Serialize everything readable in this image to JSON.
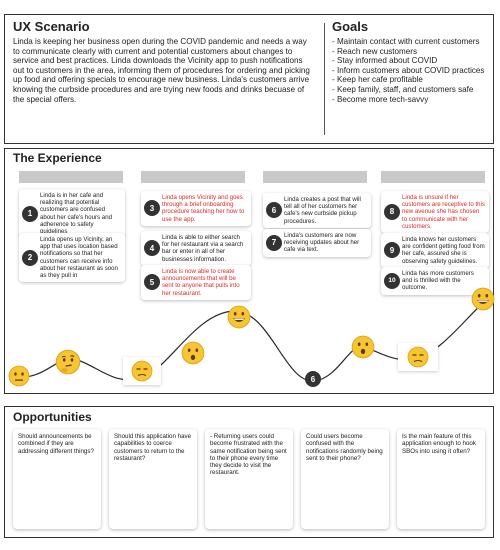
{
  "scenario": {
    "title": "UX Scenario",
    "body": "Linda is keeping her business open during the COVID pandemic and needs a way to communicate clearly with current and potential customers about changes to service and best practices. Linda downloads the Vicinity app to push notifications out to customers in the area, informing them of procedures for ordering and picking up food and offering specials to encourage new business. Linda's customers arrive knowing the curbside procedures and are trying new foods and drinks becuase of the special offers."
  },
  "goals": {
    "title": "Goals",
    "items": [
      "- Maintain contact with current customers",
      "- Reach new customers",
      "- Stay informed about COVID",
      "- Inform customers about COVID practices",
      "- Keep her cafe profitable",
      "- Keep family, staff, and customers safe",
      "- Become more tech-savvy"
    ]
  },
  "experience": {
    "title": "The Experience",
    "steps": [
      {
        "num": "1",
        "text": "Linda is in her cafe and realizing that potential customers are confused about her cafe's hours and adherence to safety guidelines",
        "highlight": false
      },
      {
        "num": "2",
        "text": "Linda opens up Vicinity, an app that uses location based notifications so that her customers can receive info about her restaurant as soon as they pull in",
        "highlight": false
      },
      {
        "num": "3",
        "text": "Linda opens Vicinity and goes through a brief onboarding procedure teaching her how to use the app.",
        "highlight": true
      },
      {
        "num": "4",
        "text": "Linda is able to either search for her restaurant via a search bar or enter in all of her businesses information.",
        "highlight": false
      },
      {
        "num": "5",
        "text": "Linda is now able to create announcements that will be sent to anyone that pulls into her restaurant.",
        "highlight": true
      },
      {
        "num": "6",
        "text": "Linda creates a post that will tell all of her customers her cafe's new curbside pickup procedures.",
        "highlight": false
      },
      {
        "num": "7",
        "text": "Linda's customers are now receiving updates about her cafe via text.",
        "highlight": false
      },
      {
        "num": "8",
        "text": "Linda is unsure if her customers are receptive to this new avenue she has chosen to communicate with her customers.",
        "highlight": true
      },
      {
        "num": "9",
        "text": "Linda knows her customers are confident getting food from her cafe, assured she is observing safety guidelines.",
        "highlight": false
      },
      {
        "num": "10",
        "text": "Linda has more customers and is thrilled with the outcome.",
        "highlight": false
      }
    ],
    "curve_marker": "6",
    "emotions": [
      "neutral-face",
      "thinking-face",
      "unamused-face",
      "surprised-face",
      "grinning-face",
      "surprised-face",
      "unamused-face",
      "grinning-face"
    ],
    "colors": {
      "highlight": "#d92b2b",
      "badge": "#333333",
      "bar": "#c9c9c9",
      "emoji": "#f7c531"
    }
  },
  "opportunities": {
    "title": "Opportunities",
    "cards": [
      "Should announcements be combined if they are addressing different things?",
      "Should this application have capabilities to coerce customers to return to the restaurant?",
      "- Returning users could become frustrated with the same notification being sent to their phone every time they decide to visit the restaurant.",
      "Could users become confused with the notifications randomly being sent to their phone?",
      "Is the main feature of this application enough to hook SBOs into using it often?"
    ]
  }
}
